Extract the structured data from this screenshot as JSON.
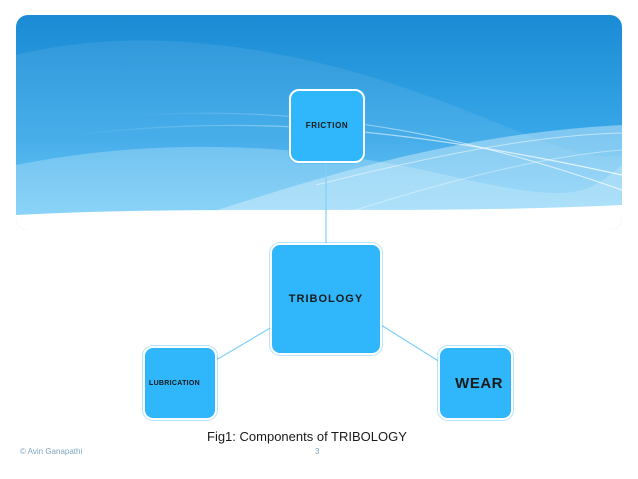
{
  "diagram": {
    "center": "TRIBOLOGY",
    "nodes": [
      "FRICTION",
      "LUBRICATION",
      "WEAR"
    ]
  },
  "caption": "Fig1: Components of TRIBOLOGY",
  "footer": {
    "author": "© Avin Ganapathi",
    "page_number": "3"
  },
  "colors": {
    "banner_top": "#1e8fd6",
    "banner_bottom": "#5cc3f5",
    "node_fill": "#2fb6fb",
    "connector": "#7fd0f7",
    "footer_text": "#7fa6bf"
  }
}
